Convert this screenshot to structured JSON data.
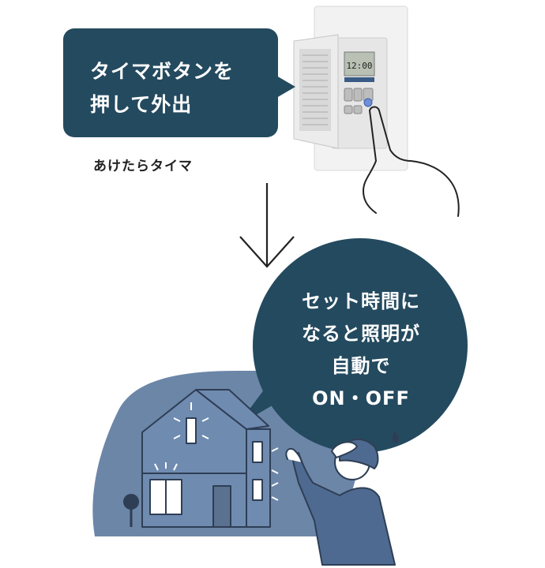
{
  "bubble_top": {
    "line1": "タイマボタンを",
    "line2": "押して外出"
  },
  "product_label": "あけたらタイマ",
  "bubble_circle": {
    "line1": "セット時間に",
    "line2": "なると照明が",
    "line3": "自動で",
    "line4": "ON・OFF"
  },
  "device": {
    "display_time": "12:00"
  },
  "colors": {
    "navy": "#244a5f",
    "blob": "#6c86a8",
    "house_outline": "#2e3e55"
  }
}
